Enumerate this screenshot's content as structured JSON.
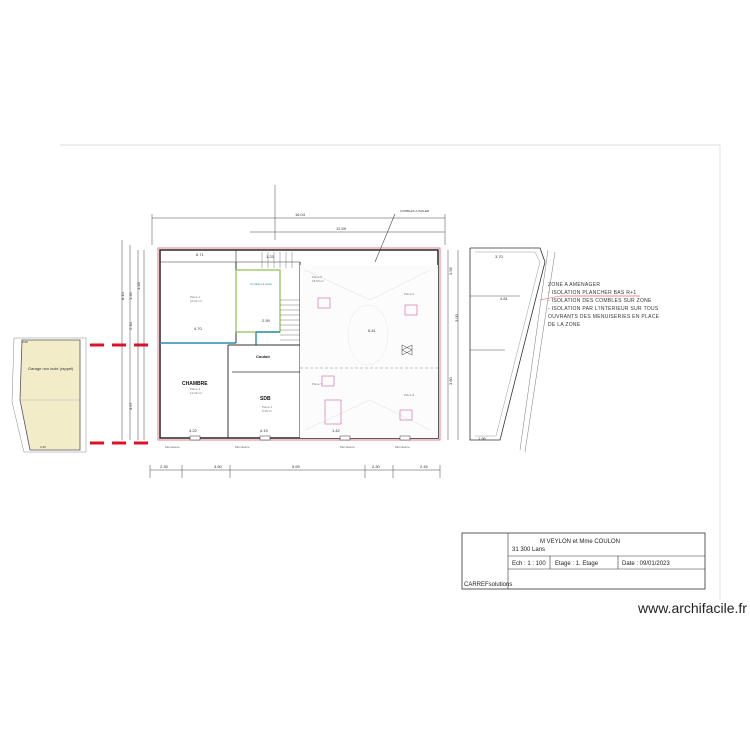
{
  "plan": {
    "dims": {
      "top_total": "16.04",
      "top_right": "12.59",
      "upper_left": "6.71",
      "upper_center": "1.23",
      "left_mid": "4.70",
      "center_mid": "2.59",
      "center_right": "5.41",
      "bottom_left": "4.22",
      "bottom_center": "4.19",
      "bottom_right": "1.42",
      "bottom_chain_1": "2.35",
      "bottom_chain_2": "3.50",
      "bottom_chain_3": "5.69",
      "bottom_chain_4": "2.30",
      "bottom_chain_5": "2.45",
      "right_zone_top": "3.70",
      "right_zone_mid": "4.81",
      "right_zone_bottom": "1.96",
      "vertical_1": "3.95",
      "vertical_2": "1.35",
      "vertical_3": "2.30",
      "vertical_4": "3.67",
      "vertical_5": "8.10",
      "vertical_6": "3.80",
      "vertical_7": "1.43",
      "vertical_8": "3.00"
    },
    "rooms": {
      "chambre": "CHAMBRE",
      "sdb": "SDB",
      "couloir": "Couloir"
    },
    "labels": {
      "comble_label": "COMBLES A ISOLER",
      "comble_under": "Combles à isoler",
      "left_building": "Garage non isolé (rappel)"
    },
    "zone_notes": [
      "ZONE A AMENAGER",
      "- ISOLATION PLANCHER BAS R+1",
      "- ISOLATION DES COMBLES SUR ZONE",
      "- ISOLATION PAR L'INTERIEUR SUR TOUS",
      "  OUVRANTS DES MENUISERIES EN PLACE",
      "  DE LA ZONE"
    ],
    "title_block": {
      "client": "M VEYLON et Mme COULON",
      "address": "31 300 Lans",
      "scale": "Ech : 1 : 100",
      "floor": "Etage : 1. Etage",
      "date": "Date : 09/01/2023",
      "company": "CARREFsolutions"
    },
    "watermark": "www.archifacile.fr",
    "colors": {
      "walls": "#333333",
      "outline": "#e06070",
      "partition_blue": "#2a8fa8",
      "partition_green": "#8bbf4a",
      "red_marker": "#e0102a",
      "shaded": "#f3ecc9"
    }
  }
}
